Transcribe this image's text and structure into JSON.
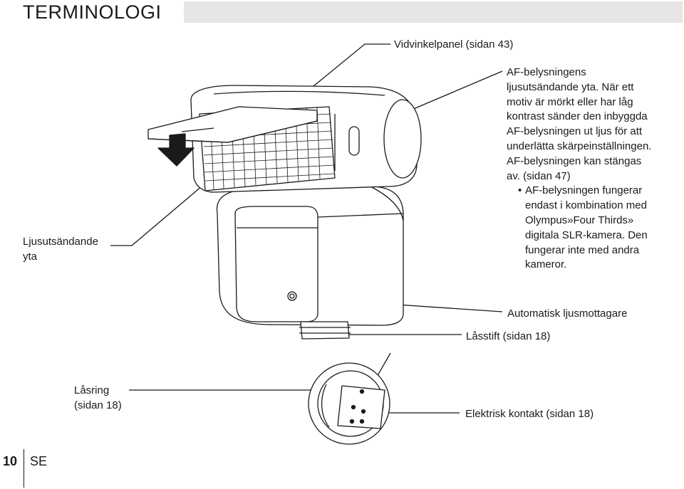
{
  "header": {
    "title": "TERMINOLOGI"
  },
  "labels": {
    "wide_panel": "Vidvinkelpanel (sidan 43)",
    "light_surface_line1": "Ljusutsändande",
    "light_surface_line2": "yta",
    "auto_sensor": "Automatisk ljusmottagare",
    "lock_pin": "Låsstift (sidan 18)",
    "lock_ring_line1": "Låsring",
    "lock_ring_line2": "(sidan 18)",
    "electric_contact": "Elektrisk kontakt (sidan 18)"
  },
  "af_description": {
    "lines": [
      "AF-belysningens",
      "ljusutsändande yta. När ett",
      "motiv är mörkt eller har låg",
      "kontrast sänder den inbyggda",
      "AF-belysningen ut ljus för att",
      "underlätta skärpeinställningen.",
      "AF-belysningen kan stängas",
      "av. (sidan 47)"
    ],
    "bullet_lines": [
      "AF-belysningen fungerar",
      "endast i kombination med",
      "Olympus»Four Thirds»",
      "digitala SLR-kamera. Den",
      "fungerar inte med andra",
      "kameror."
    ]
  },
  "footer": {
    "page_number": "10",
    "language": "SE"
  }
}
